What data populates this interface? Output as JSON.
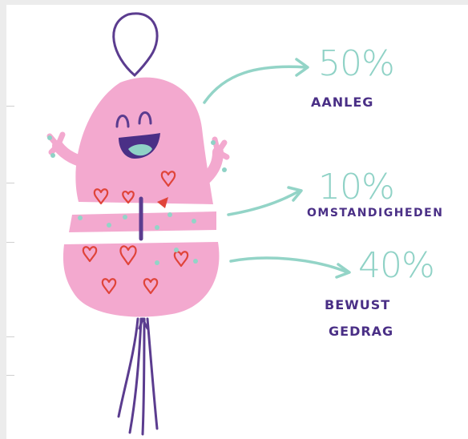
{
  "breakdown": [
    {
      "percent": "50%",
      "label": "AANLEG"
    },
    {
      "percent": "10%",
      "label": "OMSTANDIGHEDEN"
    },
    {
      "percent": "40%",
      "label_lines": [
        "BEWUST",
        "GEDRAG"
      ]
    }
  ],
  "colors": {
    "body": "#f3a9cf",
    "outline": "#5b3c8f",
    "arrow": "#93d4c7",
    "label": "#4a2f86",
    "heart": "#e0443a"
  },
  "icons": [
    "balloon-character",
    "heart-icon",
    "arrow-icon"
  ]
}
